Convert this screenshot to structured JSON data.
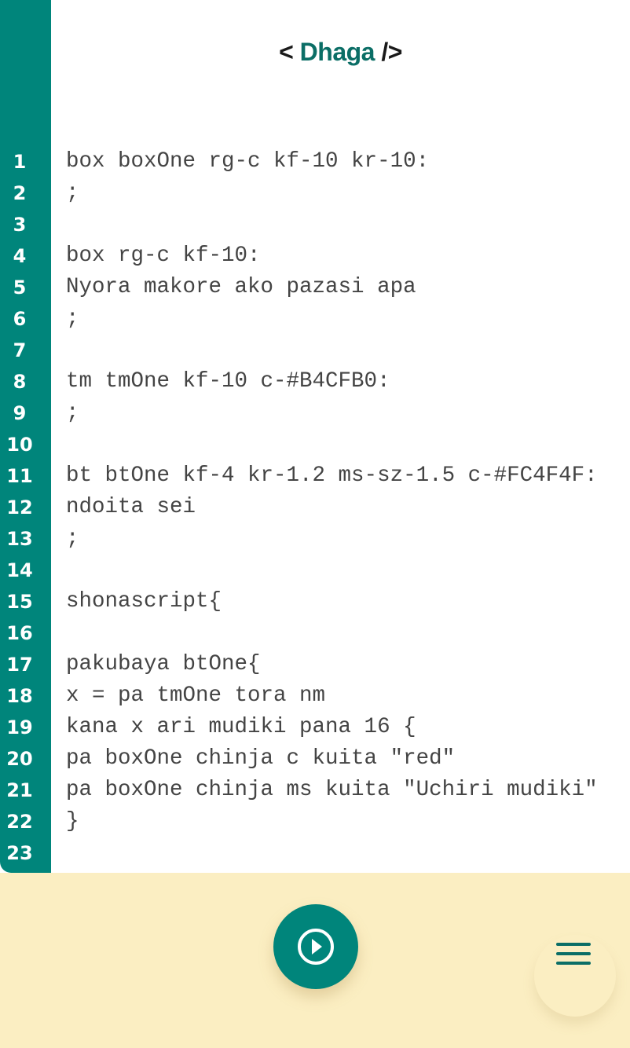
{
  "header": {
    "open": "< ",
    "brand": "Dhaga",
    "close": " />"
  },
  "editor": {
    "lines": [
      {
        "n": "1",
        "code": "box boxOne rg-c kf-10 kr-10:"
      },
      {
        "n": "2",
        "code": ";"
      },
      {
        "n": "3",
        "code": ""
      },
      {
        "n": "4",
        "code": "box rg-c kf-10:"
      },
      {
        "n": "5",
        "code": "Nyora makore ako pazasi apa"
      },
      {
        "n": "6",
        "code": ";"
      },
      {
        "n": "7",
        "code": ""
      },
      {
        "n": "8",
        "code": "tm tmOne kf-10 c-#B4CFB0:"
      },
      {
        "n": "9",
        "code": ";"
      },
      {
        "n": "10",
        "code": ""
      },
      {
        "n": "11",
        "code": "bt btOne kf-4 kr-1.2 ms-sz-1.5 c-#FC4F4F:"
      },
      {
        "n": "12",
        "code": "ndoita sei"
      },
      {
        "n": "13",
        "code": ";"
      },
      {
        "n": "14",
        "code": ""
      },
      {
        "n": "15",
        "code": "shonascript{"
      },
      {
        "n": "16",
        "code": ""
      },
      {
        "n": "17",
        "code": "pakubaya btOne{"
      },
      {
        "n": "18",
        "code": "x = pa tmOne tora nm"
      },
      {
        "n": "19",
        "code": "kana x ari mudiki pana 16 {"
      },
      {
        "n": "20",
        "code": "pa boxOne chinja c kuita \"red\""
      },
      {
        "n": "21",
        "code": "pa boxOne chinja ms kuita \"Uchiri mudiki\""
      },
      {
        "n": "22",
        "code": "}"
      },
      {
        "n": "23",
        "code": ""
      }
    ]
  },
  "controls": {
    "run_icon": "play-circle-icon",
    "menu_icon": "hamburger-menu-icon"
  },
  "colors": {
    "accent": "#00857b",
    "bottom_bg": "#fbeec2"
  }
}
